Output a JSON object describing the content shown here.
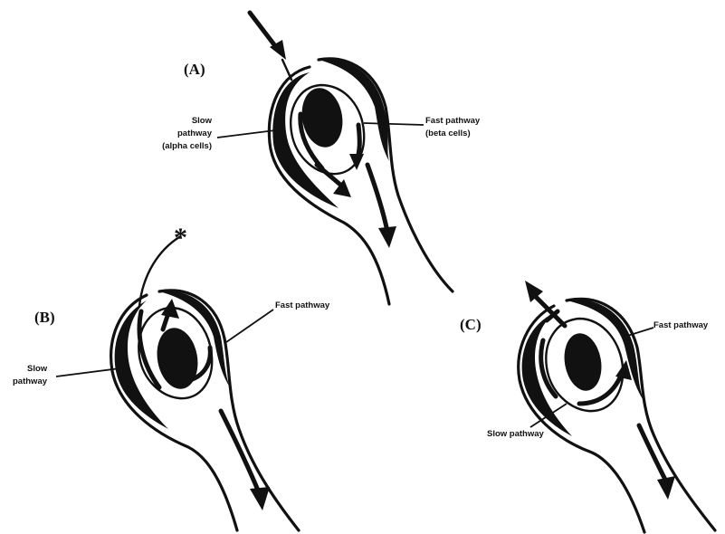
{
  "panels": [
    {
      "id": "A",
      "label": "(A)",
      "callouts": {
        "slow": [
          "Slow",
          "pathway",
          "(alpha cells)"
        ],
        "fast": [
          "Fast pathway",
          "(beta cells)"
        ]
      }
    },
    {
      "id": "B",
      "label": "(B)",
      "marker": "*",
      "callouts": {
        "slow": [
          "Slow",
          "pathway"
        ],
        "fast": [
          "Fast pathway"
        ]
      }
    },
    {
      "id": "C",
      "label": "(C)",
      "callouts": {
        "slow": [
          "Slow pathway"
        ],
        "fast": [
          "Fast pathway"
        ]
      }
    }
  ],
  "colors": {
    "ink": "#111111",
    "background": "#ffffff"
  }
}
